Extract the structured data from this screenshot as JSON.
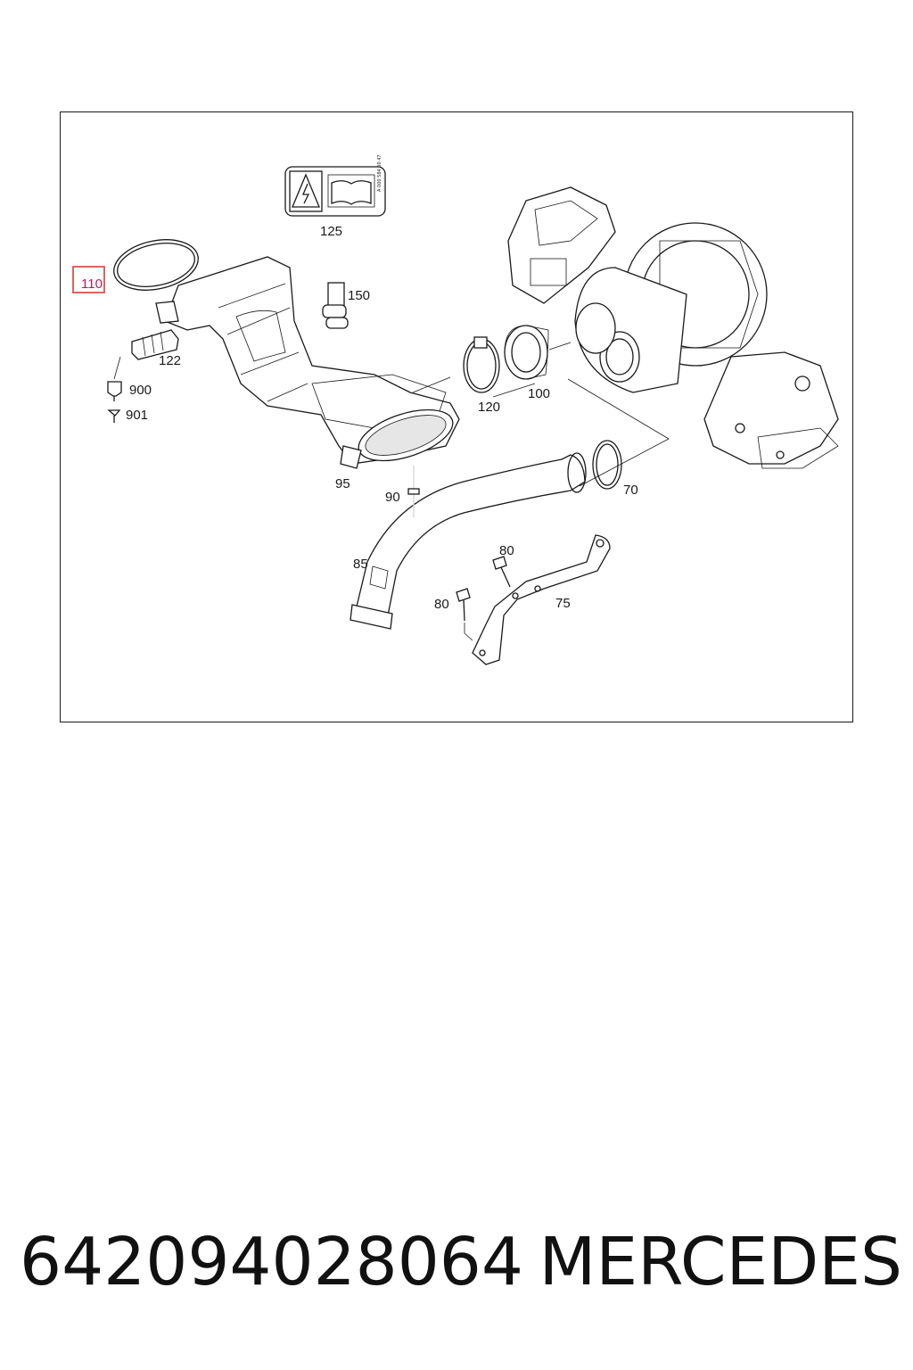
{
  "diagram": {
    "callouts": {
      "c110": "110",
      "c125": "125",
      "c150": "150",
      "c122": "122",
      "c900": "900",
      "c901": "901",
      "c120": "120",
      "c100": "100",
      "c95": "95",
      "c90": "90",
      "c70": "70",
      "c85": "85",
      "c80a": "80",
      "c80b": "80",
      "c75": "75"
    },
    "highlight_color": "#d9534f",
    "sticker_label": "A 000 584 00 47"
  },
  "caption": {
    "part_number": "642094028064",
    "brand": "MERCEDES"
  }
}
